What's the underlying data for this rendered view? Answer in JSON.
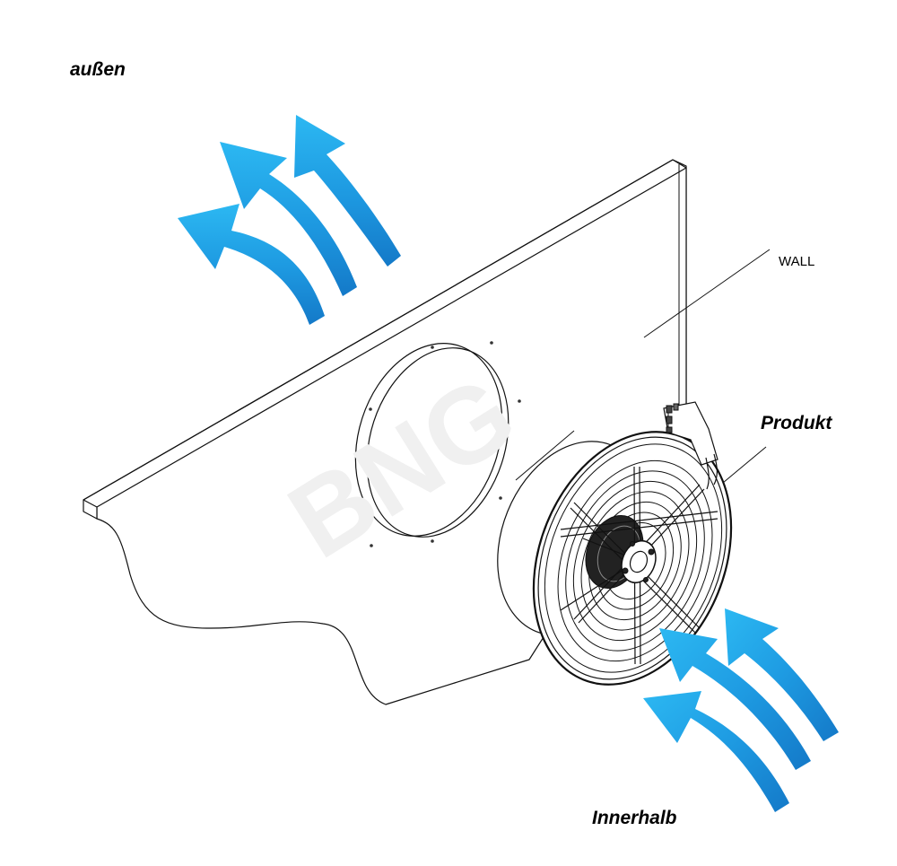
{
  "labels": {
    "outside": "außen",
    "inside": "Innerhalb",
    "product": "Produkt",
    "wall": "WALL"
  },
  "watermark": "BNG",
  "colors": {
    "arrow_light": "#22b3f0",
    "arrow_dark": "#1479c8",
    "line": "#111111",
    "watermark": "#f0f0f0"
  }
}
